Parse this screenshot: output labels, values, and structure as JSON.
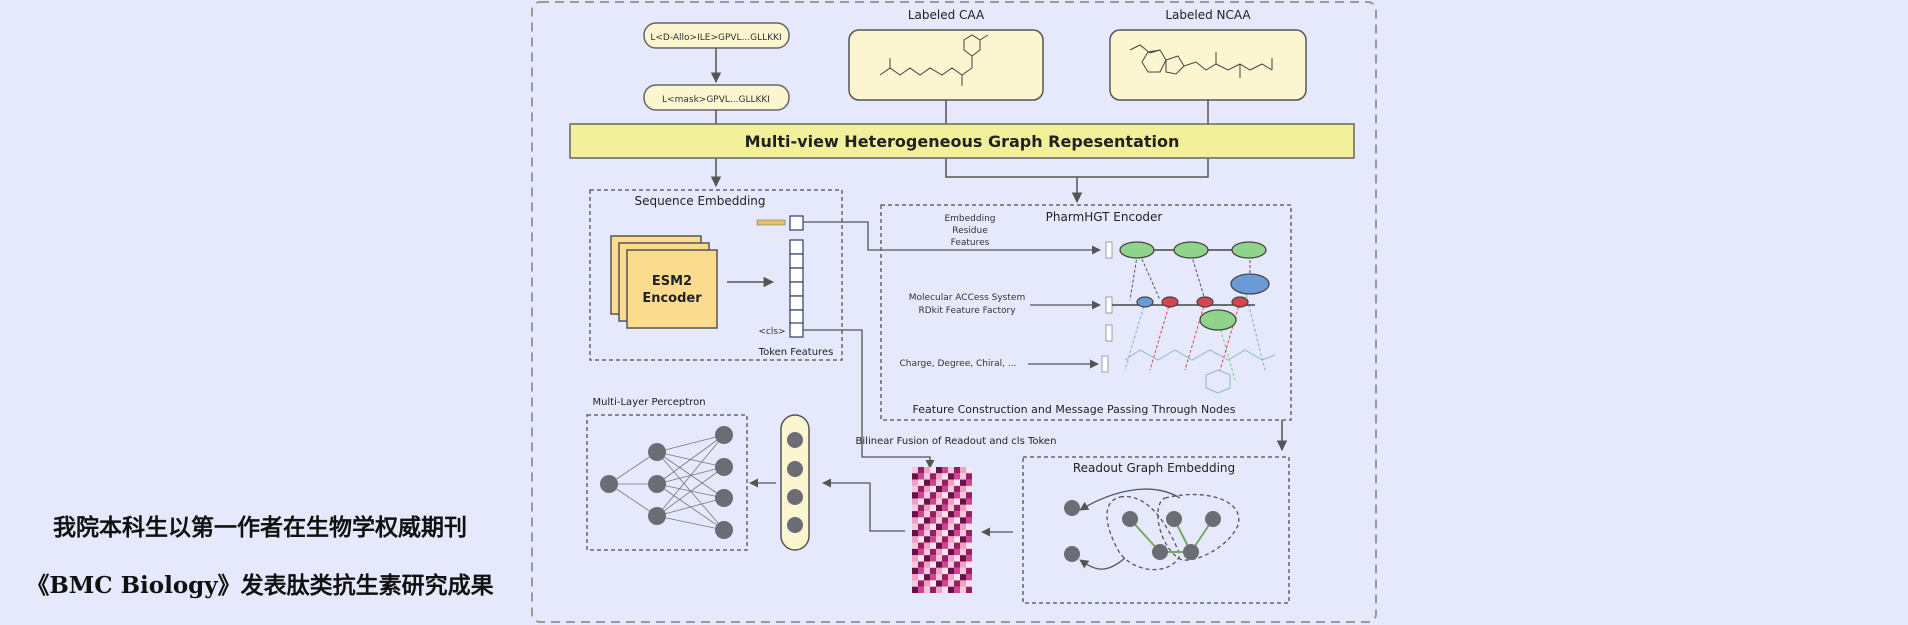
{
  "caption": {
    "line1": "我院本科生以第一作者在生物学权威期刊",
    "line2": "《BMC Biology》发表肽类抗生素研究成果"
  },
  "diagram": {
    "seq_top": "L<D-Allo>ILE>GPVL...GLLKKI",
    "seq_mask": "L<mask>GPVL...GLLKKI",
    "labeled_caa": "Labeled CAA",
    "labeled_ncaa": "Labeled NCAA",
    "banner": "Multi-view Heterogeneous Graph Repesentation",
    "seq_embedding": "Sequence Embedding",
    "esm2_line1": "ESM2",
    "esm2_line2": "Encoder",
    "cls": "<cls>",
    "token_features": "Token Features",
    "pharmhgt": "PharmHGT Encoder",
    "emb_res_1": "Embedding",
    "emb_res_2": "Residue",
    "emb_res_3": "Features",
    "macs_1": "Molecular ACCess System",
    "macs_2": "RDkit Feature Factory",
    "charge": "Charge, Degree, Chiral, ...",
    "feature_construction": "Feature Construction and Message Passing Through Nodes",
    "bilinear": "Bilinear Fusion of Readout and cls Token",
    "readout": "Readout Graph Embedding",
    "mlp": "Multi-Layer Perceptron"
  },
  "colors": {
    "background": "#e6e9fb",
    "box_fill": "#fbf5d0",
    "banner_fill": "#f2f09a",
    "esm_fill": "#fbdc8e",
    "node_green": "#8fd48a",
    "node_blue": "#6b9bd6",
    "node_red": "#d9454f",
    "node_gray": "#6c6c74",
    "heatmap_dark": "#6b1046",
    "heatmap_mid": "#d0458f",
    "heatmap_light": "#f6c8dd"
  }
}
